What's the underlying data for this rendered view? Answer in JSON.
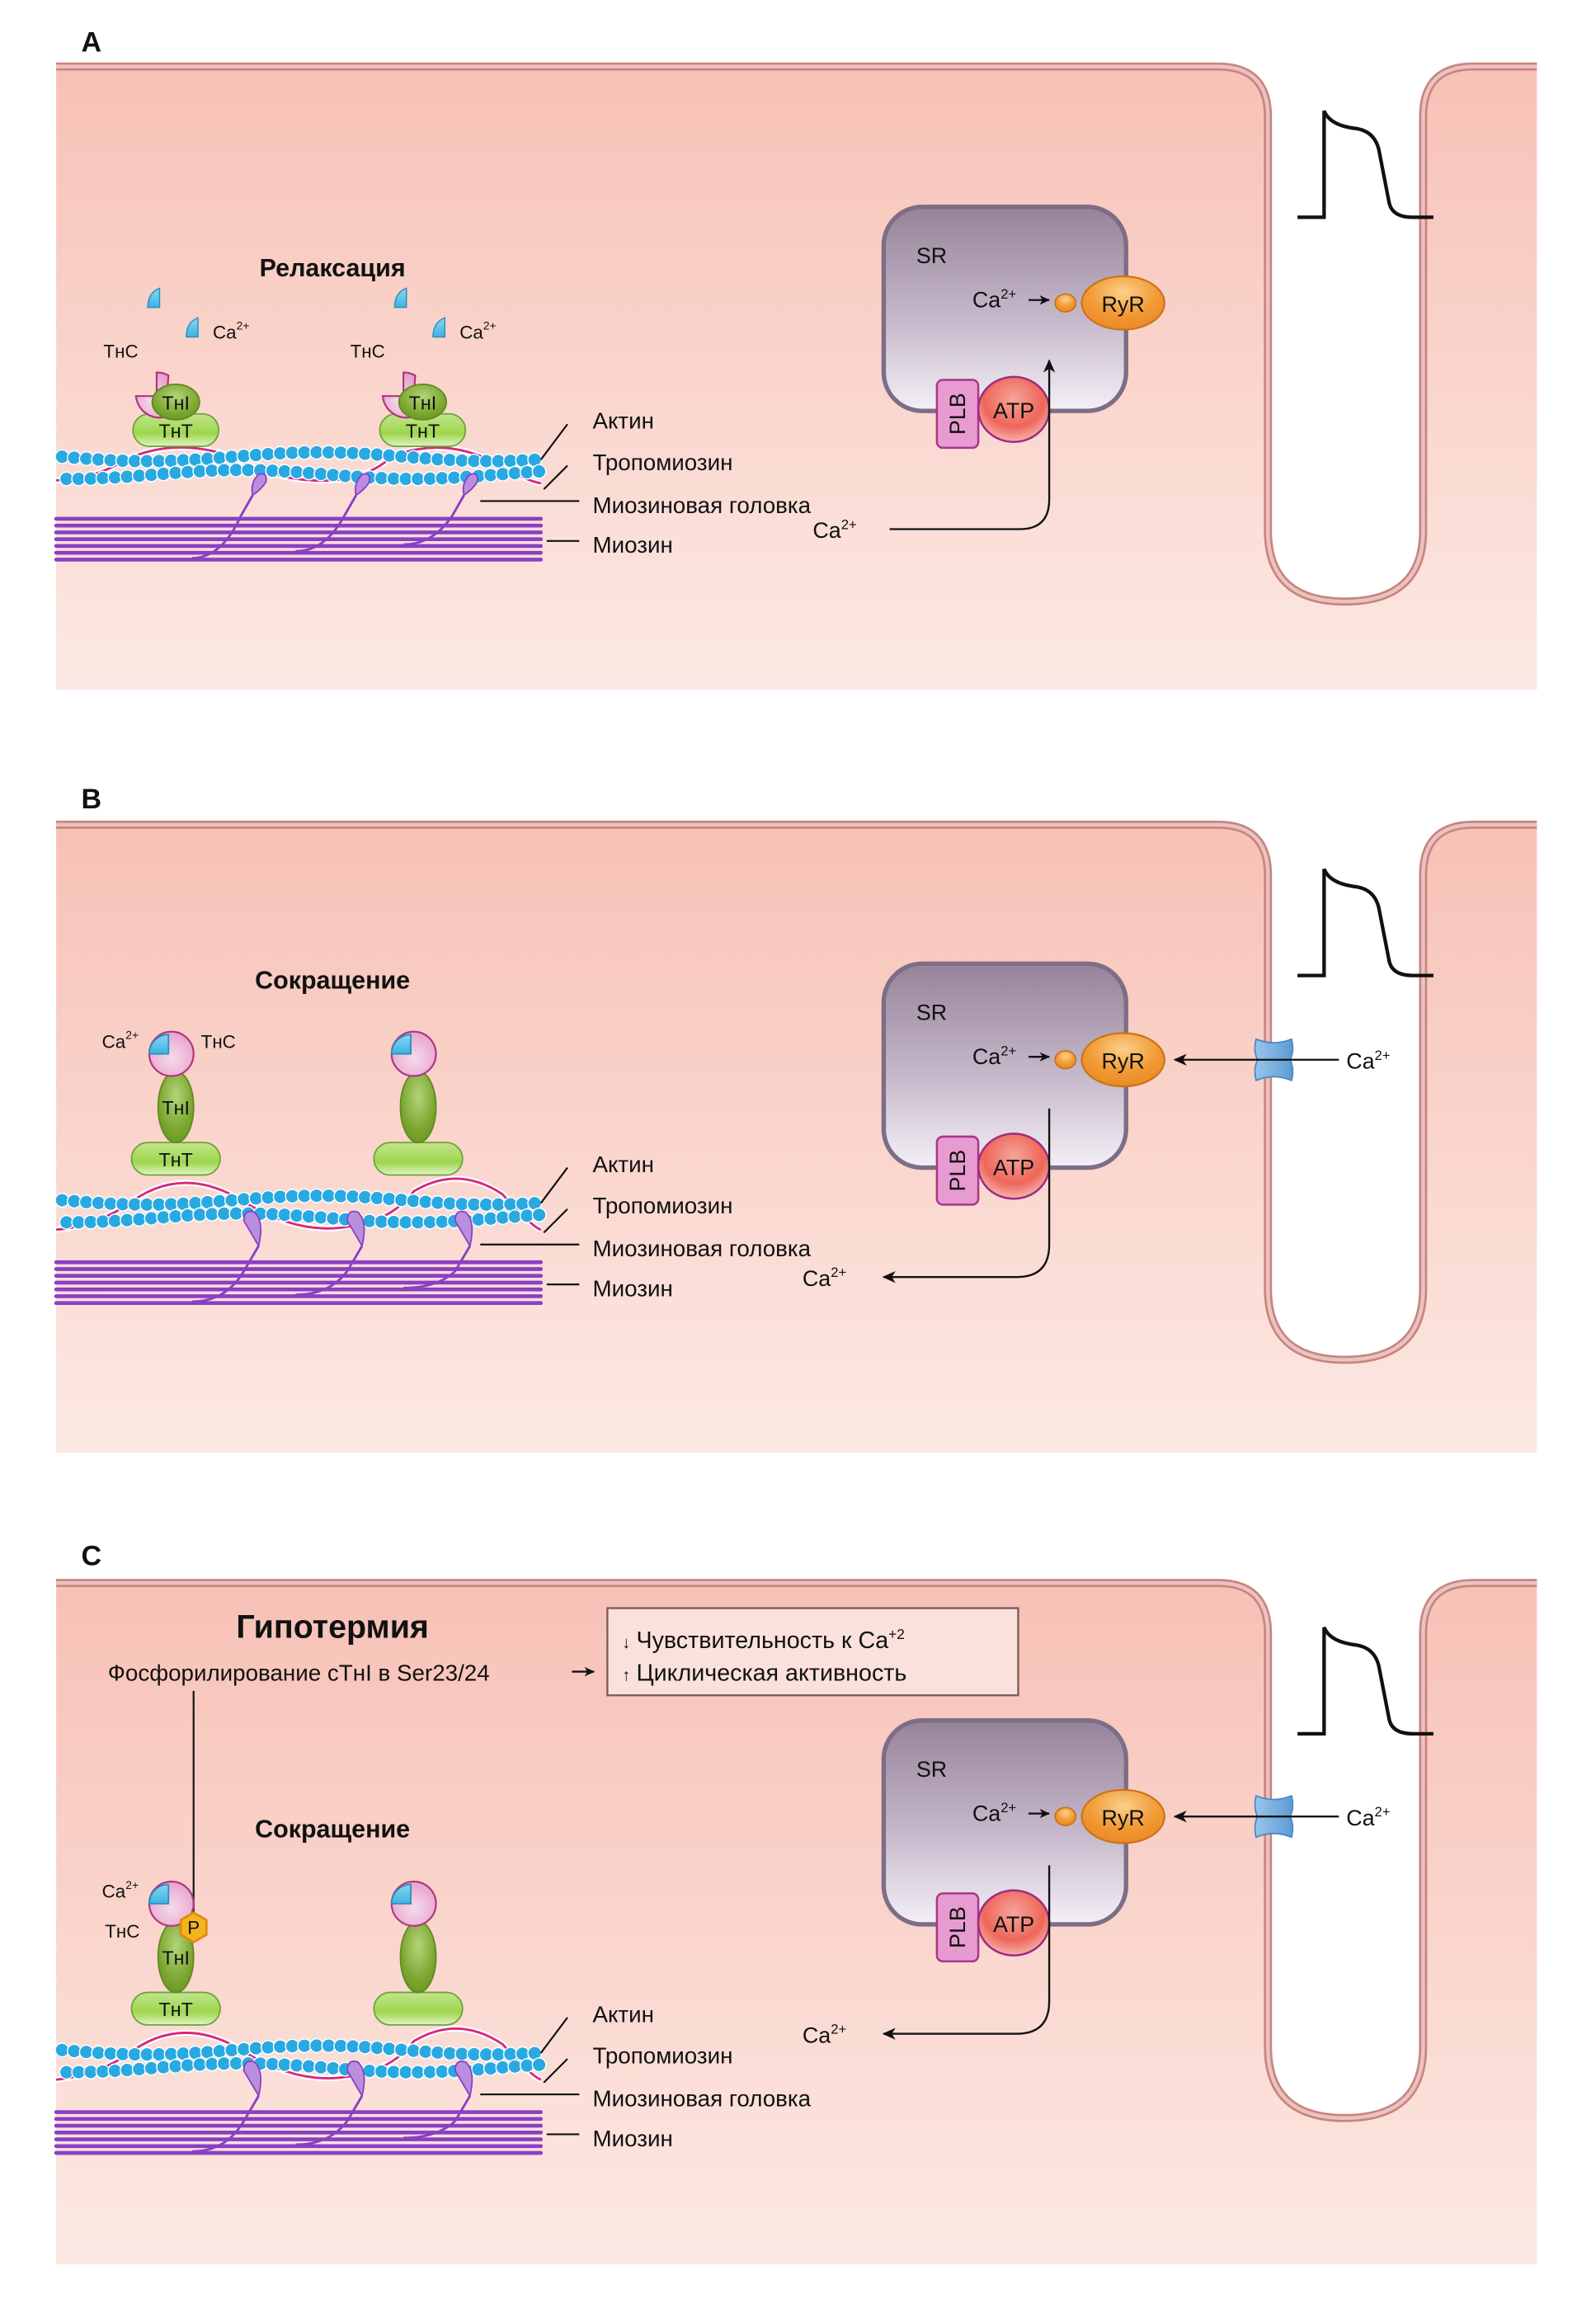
{
  "figure": {
    "panels": [
      {
        "letter": "A",
        "state_title": "Релаксация",
        "troponin": {
          "tnc": "ТнС",
          "tni": "ТнI",
          "tnt": "ТнТ",
          "ca": "Ca",
          "ca_sup": "2+"
        },
        "labels": {
          "actin": "Актин",
          "tropomyosin": "Тропомиозин",
          "myosin_head": "Миозиновая головка",
          "myosin": "Миозин"
        },
        "sr": {
          "name": "SR",
          "ca": "Ca",
          "ca_sup": "2+",
          "ryr": "RyR",
          "plb": "PLB",
          "atp": "ATP"
        },
        "cytosol_ca": "Ca",
        "cytosol_ca_sup": "2+",
        "ca_flow": "into-SR"
      },
      {
        "letter": "B",
        "state_title": "Сокращение",
        "troponin": {
          "tnc": "ТнС",
          "tni": "ТнI",
          "tnt": "ТнТ",
          "ca": "Ca",
          "ca_sup": "2+"
        },
        "labels": {
          "actin": "Актин",
          "tropomyosin": "Тропомиозин",
          "myosin_head": "Миозиновая головка",
          "myosin": "Миозин"
        },
        "sr": {
          "name": "SR",
          "ca": "Ca",
          "ca_sup": "2+",
          "ryr": "RyR",
          "plb": "PLB",
          "atp": "ATP"
        },
        "cytosol_ca": "Ca",
        "cytosol_ca_sup": "2+",
        "extracellular_ca": "Ca",
        "extracellular_ca_sup": "2+",
        "ca_flow": "out-of-SR"
      },
      {
        "letter": "C",
        "condition_title": "Гипотермия",
        "phosphorylation_text": "Фосфорилирование сТнI в Ser23/24",
        "effects": [
          {
            "arrow": "↓",
            "text": "Чувствительность к Ca",
            "sup": "+2"
          },
          {
            "arrow": "↑",
            "text": "Циклическая активность",
            "sup": ""
          }
        ],
        "state_title": "Сокращение",
        "phosphate": "P",
        "troponin": {
          "tnc": "ТнС",
          "tni": "ТнI",
          "tnt": "ТнТ",
          "ca": "Ca",
          "ca_sup": "2+"
        },
        "labels": {
          "actin": "Актин",
          "tropomyosin": "Тропомиозин",
          "myosin_head": "Миозиновая головка",
          "myosin": "Миозин"
        },
        "sr": {
          "name": "SR",
          "ca": "Ca",
          "ca_sup": "2+",
          "ryr": "RyR",
          "plb": "PLB",
          "atp": "ATP"
        },
        "cytosol_ca": "Ca",
        "cytosol_ca_sup": "2+",
        "extracellular_ca": "Ca",
        "extracellular_ca_sup": "2+",
        "ca_flow": "out-of-SR"
      }
    ],
    "colors": {
      "cell_top": "#f7c2b8",
      "cell_bottom": "#fce8e2",
      "membrane": "#c9857d",
      "membrane_inner": "#e9c3c1",
      "actin": "#29a9e1",
      "tropomyosin": "#d6287e",
      "myosin": "#8a3fc4",
      "myosin_head": "#b98fdd",
      "tnc": "#e5a2cd",
      "tni": "#7fae2f",
      "tnt": "#a9dc5f",
      "ca_ion": "#5cc4ea",
      "sr_top": "#9a879f",
      "sr_bottom": "#f3eff5",
      "ryr": "#f0952e",
      "atp": "#ee5f53",
      "plb": "#e79bd1",
      "channel": "#79b1e0",
      "phosphate": "#f3b51e"
    }
  }
}
